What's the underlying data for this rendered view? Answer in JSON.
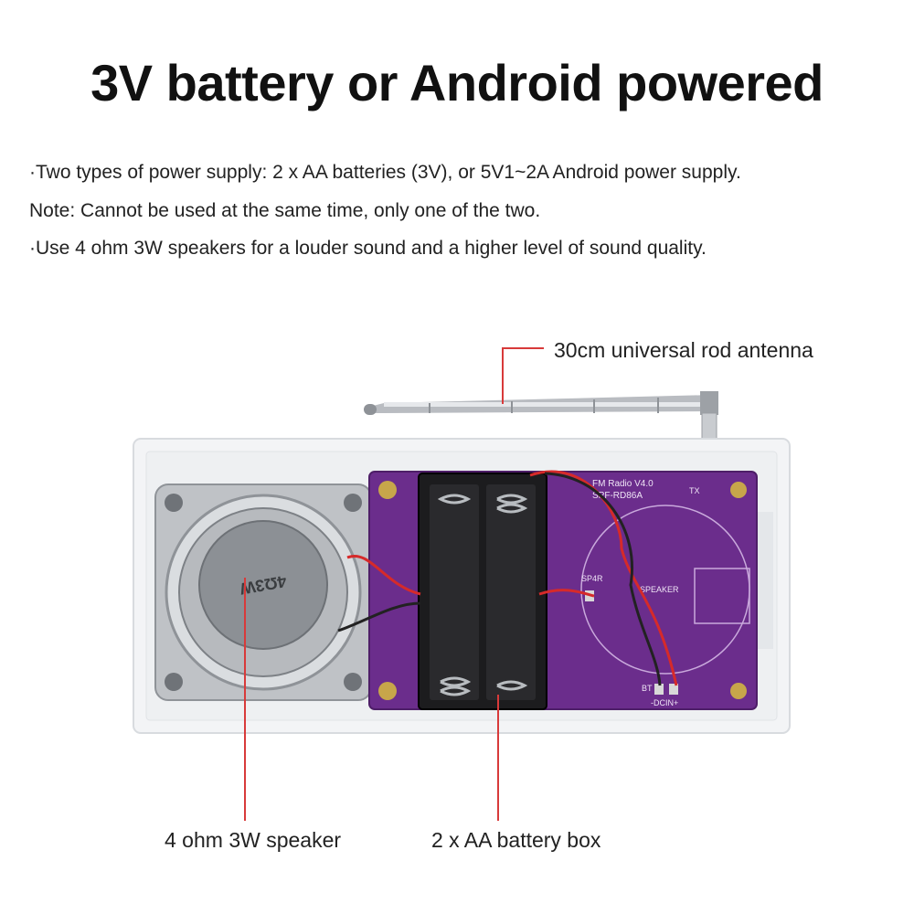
{
  "title": "3V battery or Android powered",
  "description": [
    "·Two types of power supply: 2 x AA batteries (3V), or 5V1~2A Android power supply.",
    "Note: Cannot be used at the same time, only one of the two.",
    "·Use 4 ohm 3W speakers for a louder sound and a higher level of sound quality."
  ],
  "callouts": {
    "antenna": "30cm universal rod antenna",
    "speaker": "4 ohm 3W speaker",
    "battery_box": "2 x AA battery box"
  },
  "board_text": {
    "model_line1": "FM Radio V4.0",
    "model_line2": "SPF-RD86A",
    "speaker_silk": "SPEAKER",
    "tx": "TX",
    "dc_in": "-DCIN+",
    "bt": "BT",
    "sp": "SP4R",
    "speaker_marking": "4Ω3W"
  },
  "colors": {
    "leader_line": "#d83a3a",
    "pcb": "#6b2d8c",
    "case": "#f3f4f6"
  }
}
